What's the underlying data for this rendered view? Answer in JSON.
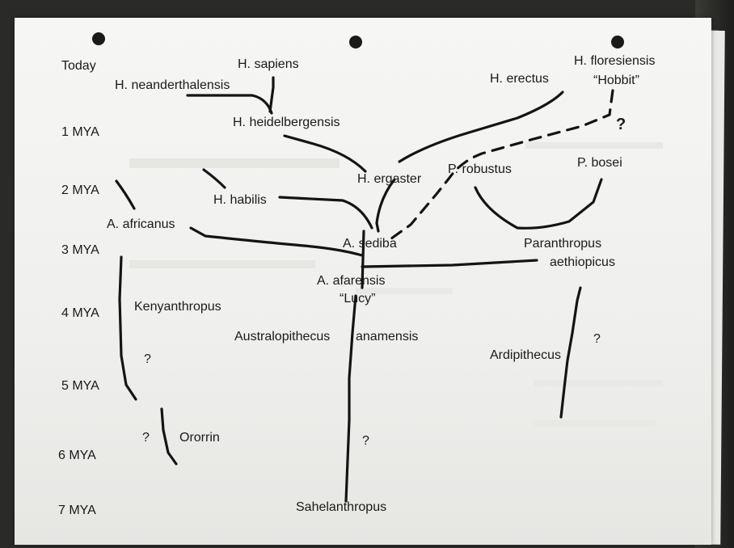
{
  "time_axis": [
    "Today",
    "1 MYA",
    "2 MYA",
    "3 MYA",
    "4 MYA",
    "5 MYA",
    "6 MYA",
    "7 MYA"
  ],
  "species": {
    "h_sapiens": "H. sapiens",
    "h_neanderthalensis": "H. neanderthalensis",
    "h_heidelbergensis": "H. heidelbergensis",
    "h_erectus": "H. erectus",
    "h_floresiensis": "H. floresiensis",
    "hobbit": "“Hobbit”",
    "h_ergaster": "H. ergaster",
    "p_robustus": "P. robustus",
    "p_bosei": "P. bosei",
    "h_habilis": "H. habilis",
    "a_africanus": "A. africanus",
    "a_sediba": "A. sediba",
    "paranthropus": "Paranthropus",
    "aethiopicus": "aethiopicus",
    "a_afarensis": "A.  afarensis",
    "lucy": "“Lucy”",
    "kenyanthropus": "Kenyanthropus",
    "australopithecus": "Australopithecus",
    "anamensis": "anamensis",
    "ardipithecus": "Ardipithecus",
    "ororrin": "Ororrin",
    "sahelanthropus": "Sahelanthropus"
  },
  "question_marks": [
    "?",
    "?",
    "?",
    "?",
    "?"
  ]
}
